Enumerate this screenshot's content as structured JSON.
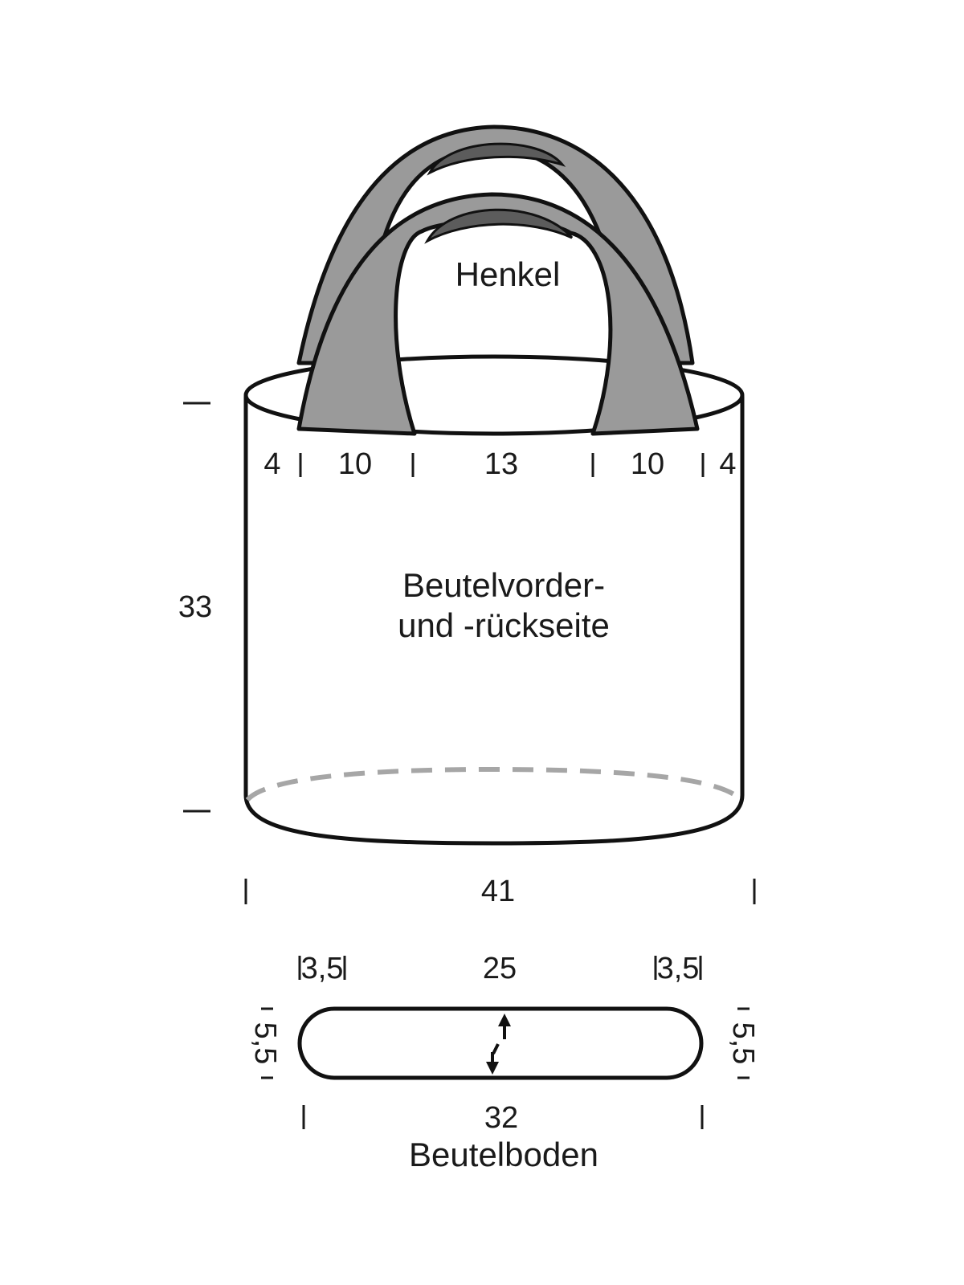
{
  "colors": {
    "outline": "#111111",
    "handle": "#9a9a9a",
    "handle_inner": "#5c5c5c",
    "dashed": "#a6a6a6",
    "bag_fill": "#ffffff"
  },
  "labels": {
    "handle": "Henkel",
    "body_line1": "Beutelvorder-",
    "body_line2": "und -rückseite",
    "base": "Beutelboden"
  },
  "dimensions": {
    "top_segments": [
      "4",
      "10",
      "13",
      "10",
      "4"
    ],
    "height": "33",
    "width": "41",
    "base_top_left": "3,5",
    "base_top_middle": "25",
    "base_top_right": "3,5",
    "base_side_left": "5,5",
    "base_side_right": "5,5",
    "base_bottom": "32"
  }
}
